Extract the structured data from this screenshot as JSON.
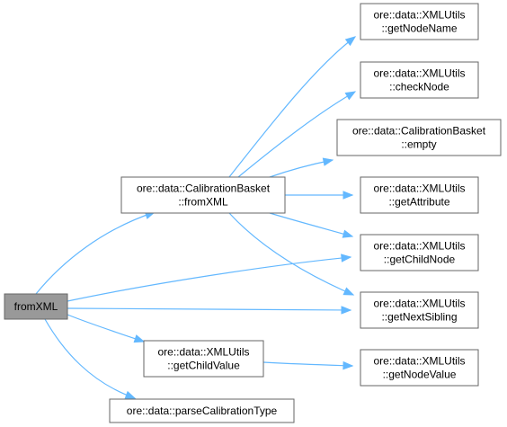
{
  "graph": {
    "nodes": [
      {
        "id": "root",
        "lines": [
          "fromXML"
        ],
        "root": true
      },
      {
        "id": "cb_fromxml",
        "lines": [
          "ore::data::CalibrationBasket",
          "::fromXML"
        ]
      },
      {
        "id": "getchildvalue",
        "lines": [
          "ore::data::XMLUtils",
          "::getChildValue"
        ]
      },
      {
        "id": "parsecal",
        "lines": [
          "ore::data::parseCalibrationType"
        ]
      },
      {
        "id": "getnodename",
        "lines": [
          "ore::data::XMLUtils",
          "::getNodeName"
        ]
      },
      {
        "id": "checknode",
        "lines": [
          "ore::data::XMLUtils",
          "::checkNode"
        ]
      },
      {
        "id": "cb_empty",
        "lines": [
          "ore::data::CalibrationBasket",
          "::empty"
        ]
      },
      {
        "id": "getattribute",
        "lines": [
          "ore::data::XMLUtils",
          "::getAttribute"
        ]
      },
      {
        "id": "getchildnode",
        "lines": [
          "ore::data::XMLUtils",
          "::getChildNode"
        ]
      },
      {
        "id": "getnextsibling",
        "lines": [
          "ore::data::XMLUtils",
          "::getNextSibling"
        ]
      },
      {
        "id": "getnodevalue",
        "lines": [
          "ore::data::XMLUtils",
          "::getNodeValue"
        ]
      }
    ],
    "edges": [
      {
        "from": "root",
        "to": "cb_fromxml"
      },
      {
        "from": "root",
        "to": "getchildnode"
      },
      {
        "from": "root",
        "to": "getnextsibling"
      },
      {
        "from": "root",
        "to": "getchildvalue"
      },
      {
        "from": "root",
        "to": "parsecal"
      },
      {
        "from": "cb_fromxml",
        "to": "getnodename"
      },
      {
        "from": "cb_fromxml",
        "to": "checknode"
      },
      {
        "from": "cb_fromxml",
        "to": "cb_empty"
      },
      {
        "from": "cb_fromxml",
        "to": "getattribute"
      },
      {
        "from": "cb_fromxml",
        "to": "getchildnode"
      },
      {
        "from": "cb_fromxml",
        "to": "getnextsibling"
      },
      {
        "from": "getchildvalue",
        "to": "getnodevalue"
      }
    ]
  }
}
